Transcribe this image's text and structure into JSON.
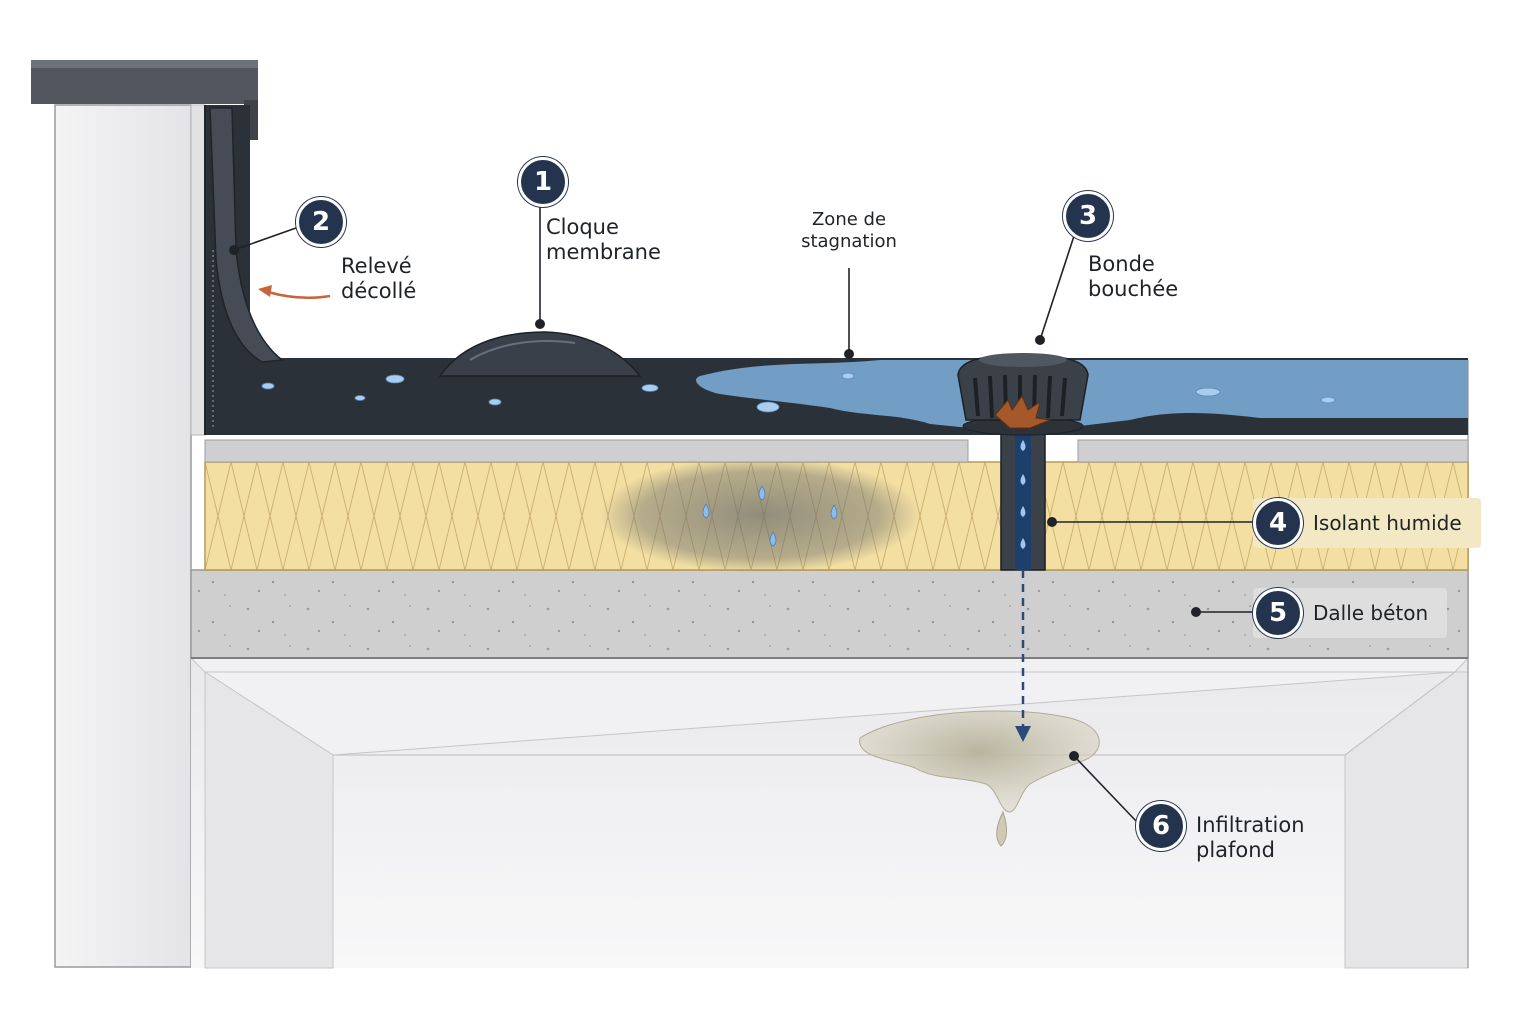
{
  "callouts": [
    {
      "number": "1",
      "label": "Cloque\nmembrane"
    },
    {
      "number": "2",
      "label": "Relevé\ndécollé"
    },
    {
      "number": "3",
      "label": "Bonde\nbouchée"
    },
    {
      "number": "4",
      "label": "Isolant humide"
    },
    {
      "number": "5",
      "label": "Dalle béton"
    },
    {
      "number": "6",
      "label": "Infiltration\nplafond"
    }
  ],
  "zone_label": "Zone de\nstagnation",
  "colors": {
    "membrane": "#2b3138",
    "water": "#7fb0de",
    "insulation": "#f3dfa2",
    "concrete": "#cfcfcf",
    "badge": "#24344f",
    "peel_arrow": "#c8643c",
    "leak_arrow": "#2a4a7a"
  }
}
